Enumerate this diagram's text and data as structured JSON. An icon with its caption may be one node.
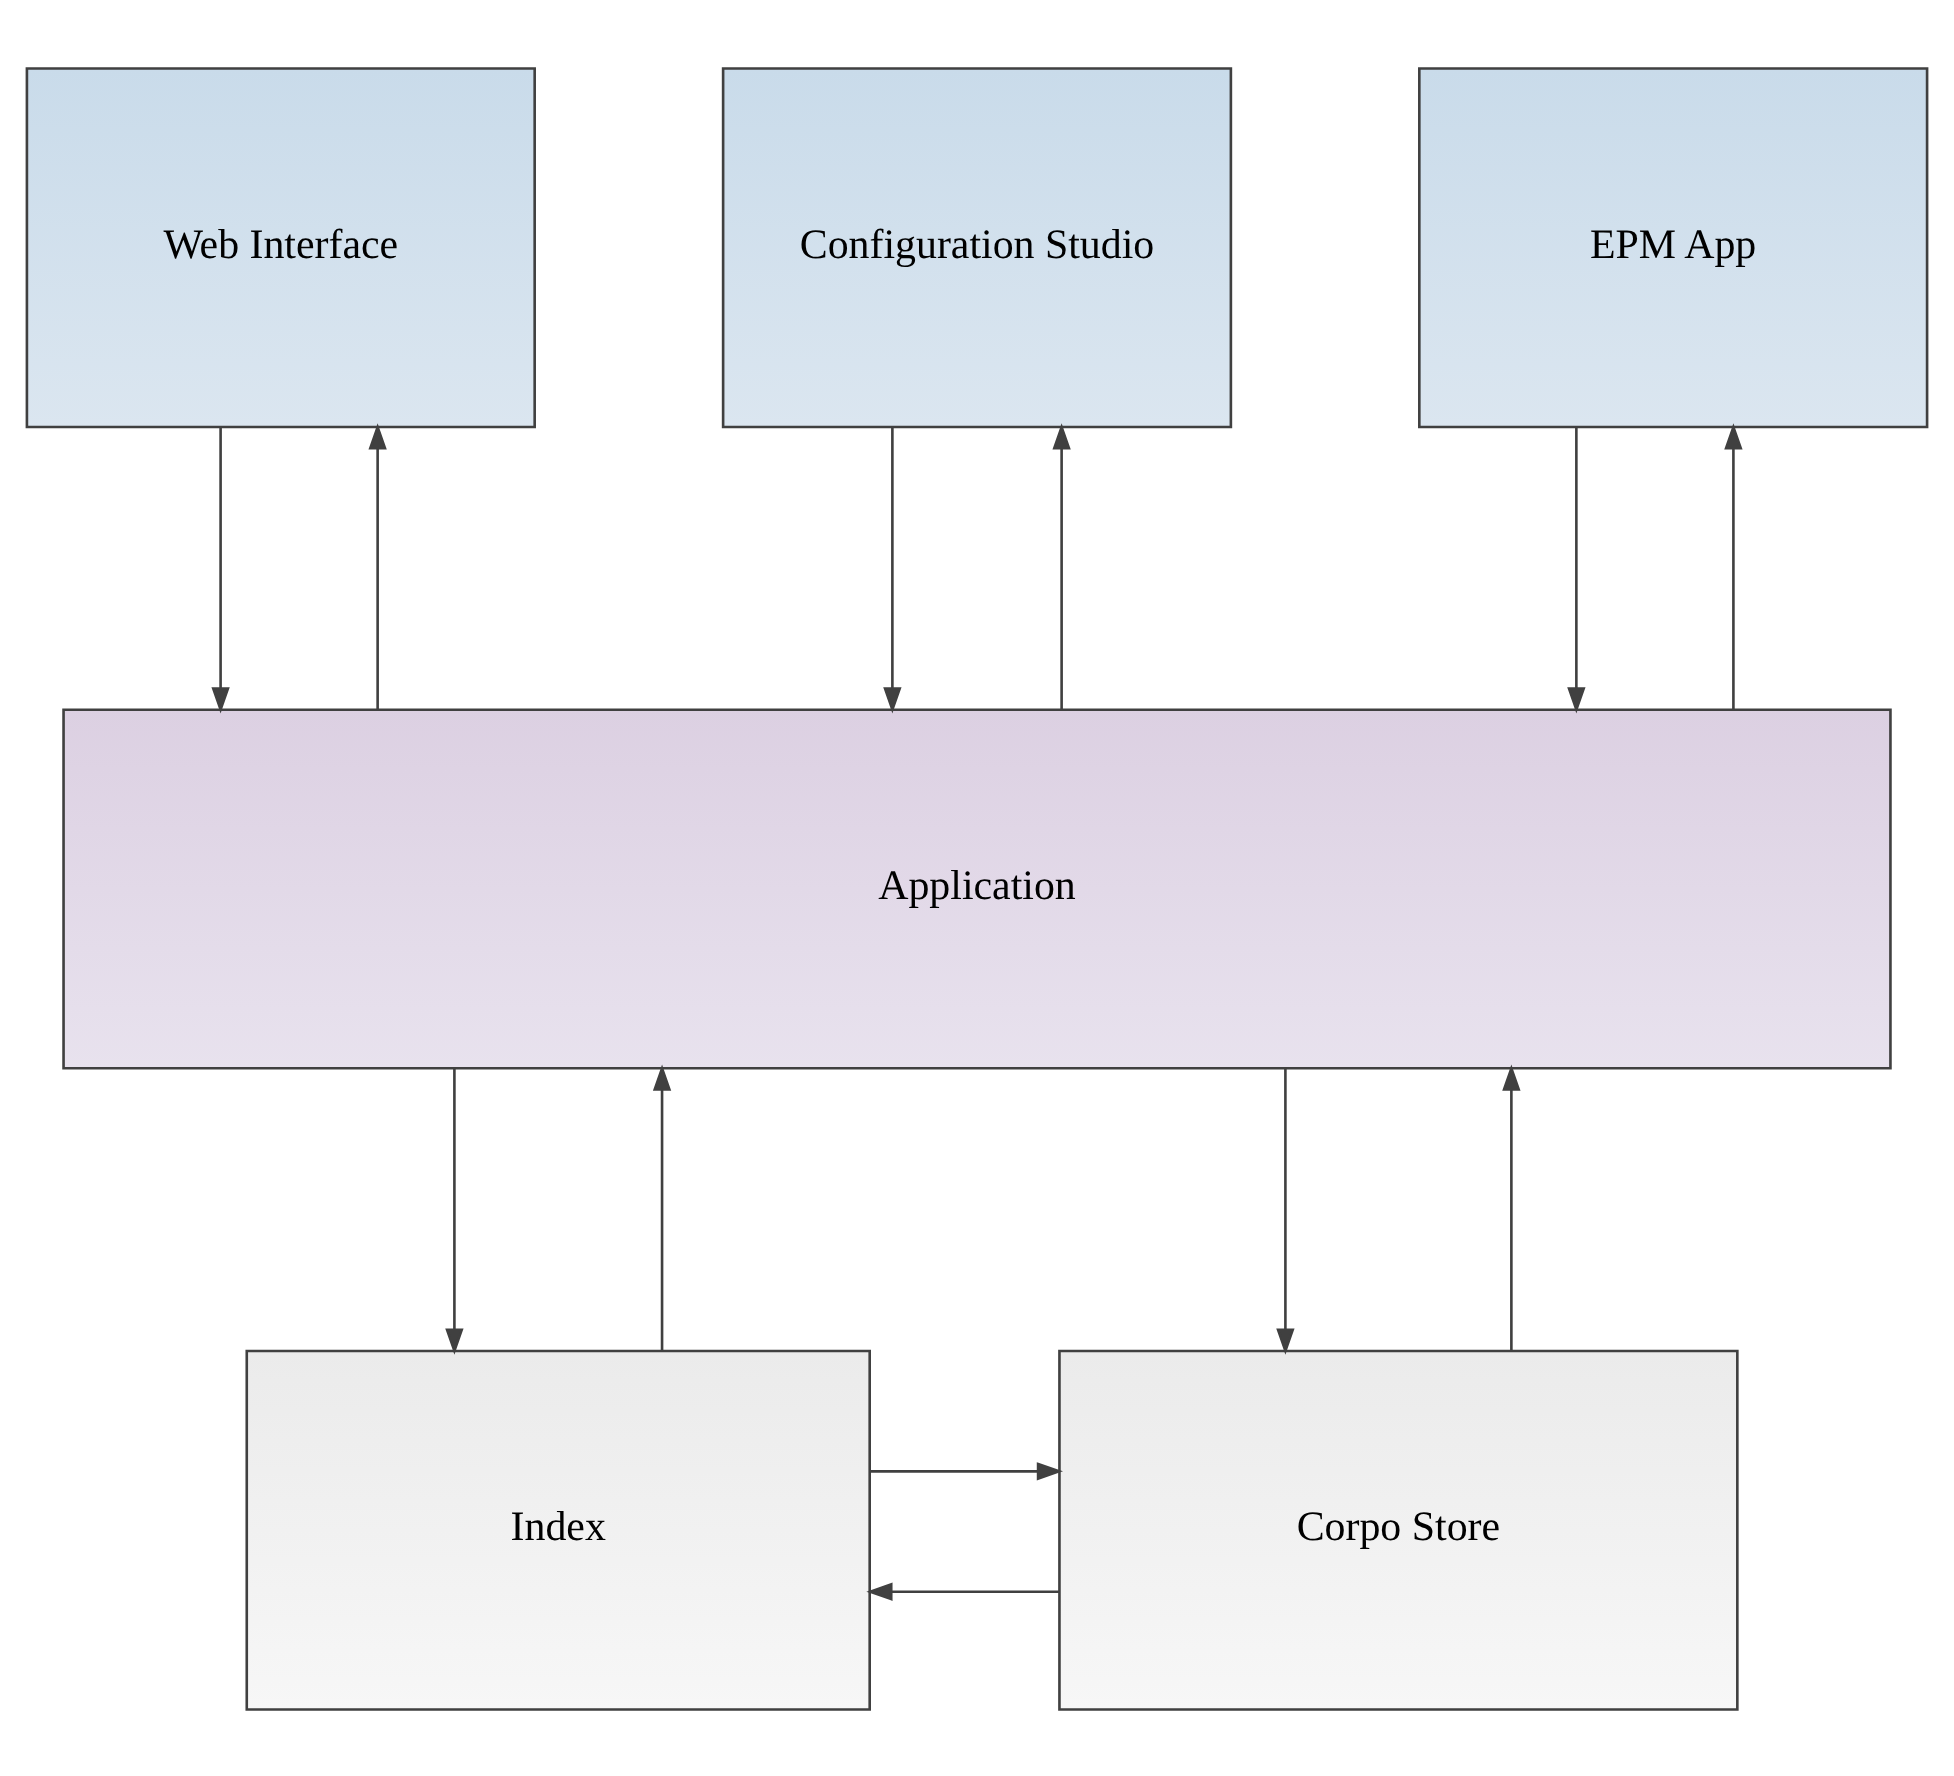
{
  "diagram": {
    "nodes": [
      {
        "text": [
          "Web Interface"
        ]
      },
      {
        "text": [
          "Configuration Studio"
        ]
      },
      {
        "text": [
          "EPM App"
        ]
      },
      {
        "text": [
          "Application"
        ]
      },
      {
        "text": [
          "Index"
        ]
      },
      {
        "text": [
          "Corpo Store"
        ]
      }
    ],
    "edges": [
      {
        "from": 0,
        "to": 3,
        "arrow": "to"
      },
      {
        "from": 3,
        "to": 0,
        "arrow": "to"
      },
      {
        "from": 1,
        "to": 3,
        "arrow": "to"
      },
      {
        "from": 3,
        "to": 1,
        "arrow": "to"
      },
      {
        "from": 2,
        "to": 3,
        "arrow": "to"
      },
      {
        "from": 3,
        "to": 2,
        "arrow": "to"
      },
      {
        "from": 3,
        "to": 4,
        "arrow": "to"
      },
      {
        "from": 4,
        "to": 3,
        "arrow": "to"
      },
      {
        "from": 3,
        "to": 5,
        "arrow": "to"
      },
      {
        "from": 5,
        "to": 3,
        "arrow": "to"
      },
      {
        "from": 5,
        "to": 4,
        "arrow": "to"
      },
      {
        "from": 4,
        "to": 5,
        "arrow": "to"
      }
    ]
  }
}
